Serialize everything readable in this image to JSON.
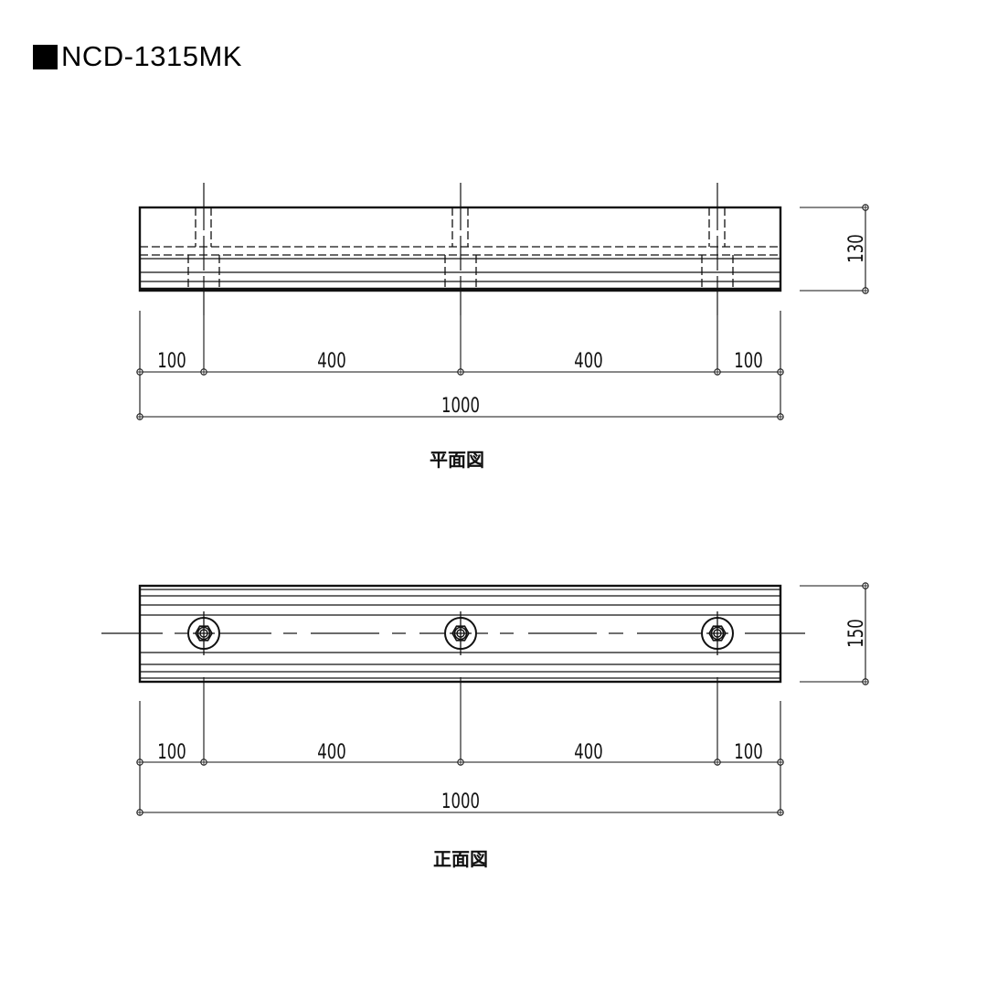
{
  "title": {
    "marker": "■",
    "text": "NCD-1315MK"
  },
  "plan_view": {
    "caption": "平面図",
    "height_dimension": "130",
    "segments": [
      "100",
      "400",
      "400",
      "100"
    ],
    "overall": "1000"
  },
  "front_view": {
    "caption": "正面図",
    "height_dimension": "150",
    "segments": [
      "100",
      "400",
      "400",
      "100"
    ],
    "overall": "1000",
    "bolt_count": 3
  },
  "colors": {
    "line": "#111111",
    "background": "#ffffff"
  }
}
